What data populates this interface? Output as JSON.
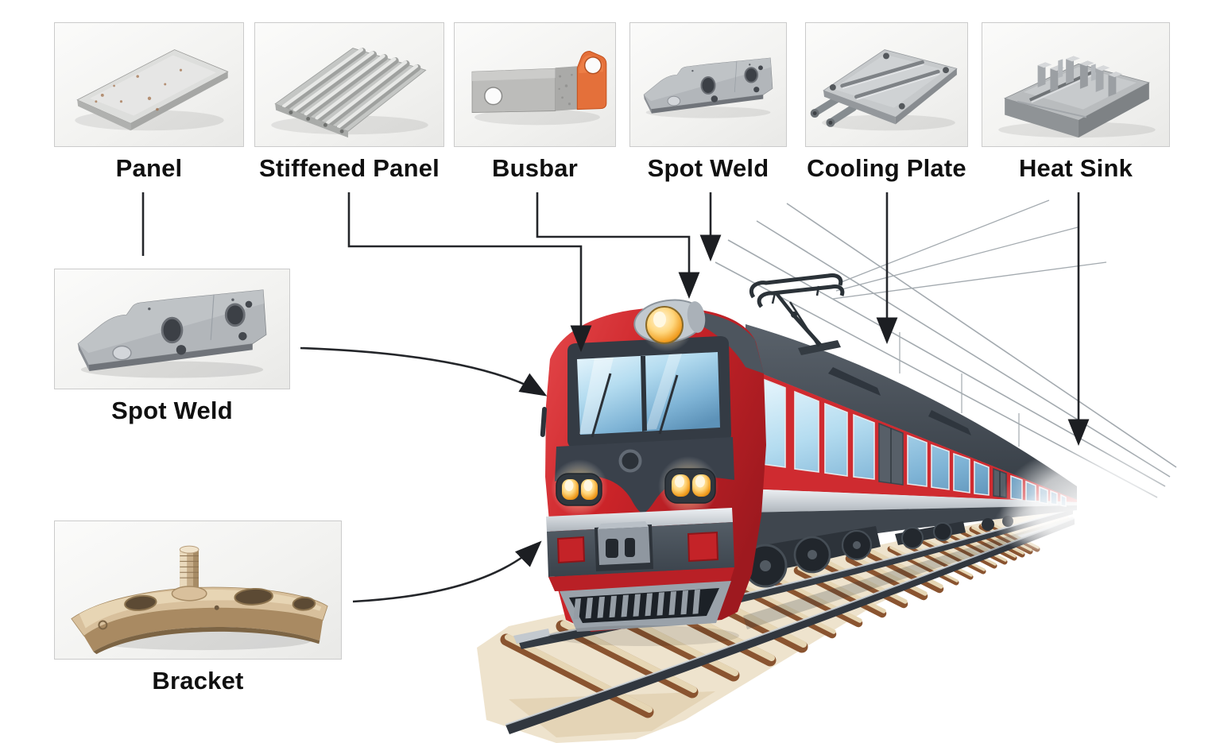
{
  "diagram": {
    "parts": {
      "top_row": [
        {
          "id": "panel",
          "label": "Panel"
        },
        {
          "id": "stiffened-panel",
          "label": "Stiffened Panel"
        },
        {
          "id": "busbar",
          "label": "Busbar"
        },
        {
          "id": "spot-weld-top",
          "label": "Spot Weld"
        },
        {
          "id": "cooling-plate",
          "label": "Cooling Plate"
        },
        {
          "id": "heat-sink",
          "label": "Heat Sink"
        }
      ],
      "left_column": [
        {
          "id": "spot-weld-left",
          "label": "Spot Weld"
        },
        {
          "id": "bracket",
          "label": "Bracket"
        }
      ]
    },
    "connections": [
      {
        "from": "Panel",
        "to": "Spot Weld detail image",
        "style": "straight-line"
      },
      {
        "from": "Stiffened Panel",
        "to": "train cab windshield",
        "style": "elbow-arrow"
      },
      {
        "from": "Busbar",
        "to": "train roof headlight",
        "style": "elbow-arrow"
      },
      {
        "from": "Spot Weld",
        "to": "area above train cab",
        "style": "straight-arrow"
      },
      {
        "from": "Cooling Plate",
        "to": "train roof mid-section",
        "style": "straight-arrow"
      },
      {
        "from": "Heat Sink",
        "to": "train tail section",
        "style": "straight-arrow"
      },
      {
        "from": "Spot Weld (left)",
        "to": "train front left pillar",
        "style": "curved-arrow"
      },
      {
        "from": "Bracket",
        "to": "train lower front",
        "style": "curved-arrow"
      }
    ],
    "scene": {
      "description": "Red and grey electric passenger train with pantograph and catenary wires, three-quarter front view, receding along railway track to the right"
    },
    "colors": {
      "train_red": "#c8262c",
      "train_dark_grey": "#3c434b",
      "train_silver": "#c9ced3",
      "window_glass_blue": "#9fd0e8",
      "headlight_amber": "#f5a733",
      "busbar_copper": "#e4703a",
      "bracket_bronze": "#c9ab86",
      "part_metal_grey": "#b9bcc0",
      "sleeper_brown": "#8a5430",
      "sleeper_top": "#e6d6b4",
      "connector_line": "#222222",
      "label_text": "#101010",
      "background": "#ffffff"
    }
  }
}
